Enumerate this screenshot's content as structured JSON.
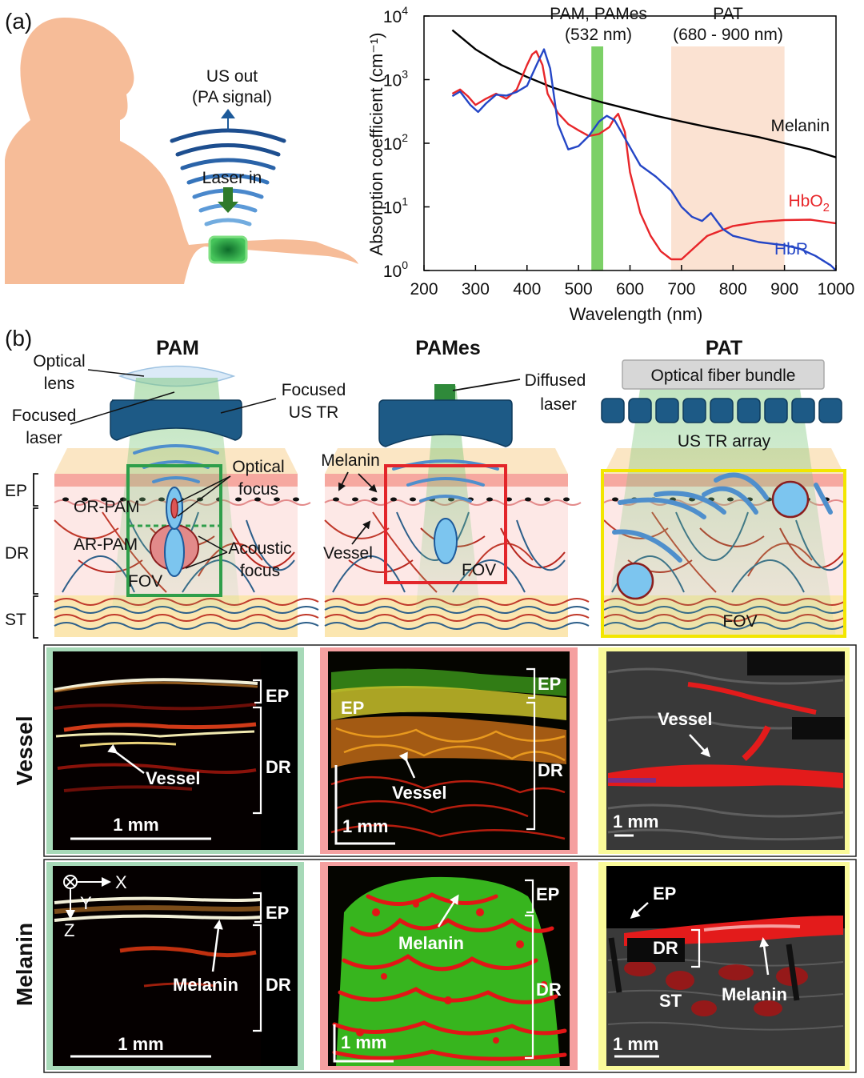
{
  "panel_a": {
    "label": "(a)",
    "us_out_line1": "US out",
    "us_out_line2": "(PA signal)",
    "laser_in": "Laser in",
    "chart_data": {
      "type": "line",
      "title": "",
      "xlabel": "Wavelength (nm)",
      "ylabel": "Absorption coefficient (cm⁻¹)",
      "xlim": [
        200,
        1000
      ],
      "ylim_log10": [
        0,
        4
      ],
      "yscale": "log",
      "xticks": [
        "200",
        "300",
        "400",
        "500",
        "600",
        "700",
        "800",
        "900",
        "1000"
      ],
      "yticks": [
        {
          "base": "10",
          "exp": "0"
        },
        {
          "base": "10",
          "exp": "1"
        },
        {
          "base": "10",
          "exp": "2"
        },
        {
          "base": "10",
          "exp": "3"
        },
        {
          "base": "10",
          "exp": "4"
        }
      ],
      "bands": [
        {
          "label_line1": "PAM, PAMes",
          "label_line2": "(532 nm)",
          "x0": 525,
          "x1": 548,
          "color": "#7cd067"
        },
        {
          "label_line1": "PAT",
          "label_line2": "(680 - 900 nm)",
          "x0": 680,
          "x1": 900,
          "color": "#fbe2d2"
        }
      ],
      "series": [
        {
          "name": "Melanin",
          "color": "#000000",
          "x": [
            255,
            300,
            350,
            400,
            450,
            500,
            550,
            600,
            650,
            700,
            750,
            800,
            850,
            900,
            950,
            1000
          ],
          "y": [
            6000,
            3000,
            1700,
            1100,
            750,
            560,
            430,
            340,
            270,
            220,
            180,
            150,
            125,
            100,
            80,
            60
          ]
        },
        {
          "name": "HbO",
          "name_sub": "2",
          "color": "#e8262a",
          "x": [
            255,
            270,
            285,
            300,
            320,
            340,
            360,
            380,
            400,
            410,
            418,
            430,
            440,
            460,
            480,
            500,
            520,
            540,
            560,
            570,
            577,
            590,
            600,
            620,
            640,
            660,
            680,
            700,
            750,
            800,
            850,
            900,
            950,
            1000
          ],
          "y": [
            600,
            700,
            550,
            400,
            500,
            600,
            500,
            700,
            1700,
            2500,
            2800,
            1700,
            600,
            300,
            200,
            160,
            130,
            140,
            180,
            250,
            290,
            150,
            35,
            8,
            3.5,
            2,
            1.5,
            1.5,
            3.5,
            5,
            5.8,
            6.2,
            6.3,
            5.5
          ]
        },
        {
          "name": "HbR",
          "color": "#2446c6",
          "x": [
            255,
            270,
            290,
            305,
            320,
            340,
            360,
            380,
            400,
            420,
            433,
            445,
            460,
            480,
            500,
            520,
            540,
            555,
            570,
            590,
            620,
            650,
            680,
            700,
            720,
            740,
            757,
            780,
            800,
            850,
            900,
            930,
            960,
            990,
            1000
          ],
          "y": [
            550,
            650,
            400,
            310,
            420,
            580,
            560,
            640,
            800,
            1800,
            3000,
            1500,
            200,
            80,
            90,
            130,
            220,
            270,
            230,
            120,
            45,
            30,
            18,
            10,
            7,
            6,
            8,
            4.5,
            3.5,
            2.8,
            2.5,
            2.2,
            1.7,
            1.2,
            1.0
          ]
        }
      ]
    }
  },
  "panel_b": {
    "label": "(b)",
    "titles": [
      "PAM",
      "PAMes",
      "PAT"
    ],
    "layer_labels": [
      "EP",
      "DR",
      "ST"
    ],
    "pam": {
      "optical_lens_line1": "Optical",
      "optical_lens_line2": "lens",
      "focused_laser_line1": "Focused",
      "focused_laser_line2": "laser",
      "focused_us_line1": "Focused",
      "focused_us_line2": "US TR",
      "optical_focus_line1": "Optical",
      "optical_focus_line2": "focus",
      "or_pam": "OR-PAM",
      "ar_pam": "AR-PAM",
      "acoustic_focus_line1": "Acoustic",
      "acoustic_focus_line2": "focus",
      "fov": "FOV"
    },
    "pames": {
      "melanin": "Melanin",
      "vessel": "Vessel",
      "fov": "FOV",
      "diffused_line1": "Diffused",
      "diffused_line2": "laser"
    },
    "pat": {
      "fiber_bundle": "Optical fiber bundle",
      "us_array": "US TR array",
      "fov": "FOV"
    },
    "colors": {
      "pam": "#2e9e4a",
      "pames": "#e3262b",
      "pat": "#f2e600"
    }
  },
  "images": {
    "row_labels": [
      "Vessel",
      "Melanin"
    ],
    "vessel": {
      "pam": {
        "ep": "EP",
        "dr": "DR",
        "arrow": "Vessel",
        "scale": "1 mm"
      },
      "pames": {
        "ep_top": "EP",
        "ep_inner": "EP",
        "dr": "DR",
        "arrow": "Vessel",
        "scale": "1 mm"
      },
      "pat": {
        "arrow": "Vessel",
        "scale": "1 mm"
      }
    },
    "melanin": {
      "pam": {
        "ep": "EP",
        "dr": "DR",
        "arrow": "Melanin",
        "scale": "1 mm",
        "axis_x": "X",
        "axis_y": "Y",
        "axis_z": "Z"
      },
      "pames": {
        "ep": "EP",
        "dr": "DR",
        "arrow": "Melanin",
        "scale": "1 mm"
      },
      "pat": {
        "ep": "EP",
        "dr": "DR",
        "st": "ST",
        "arrow": "Melanin",
        "scale": "1 mm"
      }
    },
    "frame_colors": {
      "pam": "#a7d9b8",
      "pames": "#f5a0a0",
      "pat": "#fafa9a"
    }
  }
}
